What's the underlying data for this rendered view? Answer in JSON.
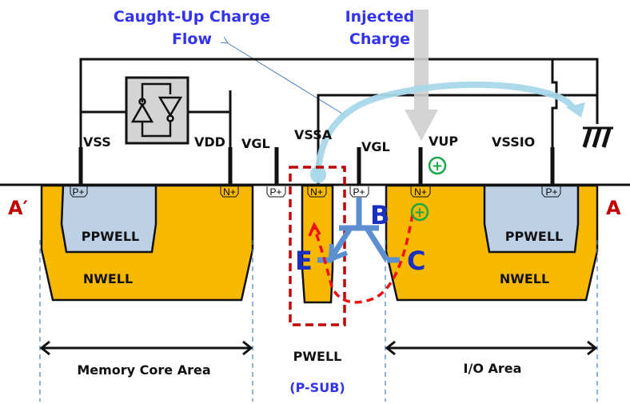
{
  "title": {
    "caught_up_line1": "Caught-Up Charge",
    "caught_up_line2": "Flow",
    "injected_line1": "Injected",
    "injected_line2": "Charge"
  },
  "terminals": {
    "vss": "VSS",
    "vdd": "VDD",
    "vgl_left": "VGL",
    "vssa": "VSSA",
    "vgl_right": "VGL",
    "vup": "VUP",
    "vssio": "VSSIO"
  },
  "diffusions": {
    "p_plus": "P+",
    "n_plus": "N+"
  },
  "section_markers": {
    "left": "A′",
    "right": "A"
  },
  "wells": {
    "ppwell_left": "PPWELL",
    "nwell_left": "NWELL",
    "ppwell_right": "PPWELL",
    "nwell_right": "NWELL",
    "pwell": "PWELL",
    "psub": "(P-SUB)"
  },
  "bjt": {
    "base": "B",
    "emitter": "E",
    "collector": "C"
  },
  "areas": {
    "memory_core": "Memory Core Area",
    "io": "I/O Area"
  },
  "symbols": {
    "plus_charge": "+",
    "ground_icon": "ground-icon",
    "latch_icon": "cross-coupled-inverter-latch-icon"
  },
  "colors": {
    "title_blue": "#3333ee",
    "nwell_fill": "#f7b800",
    "ppwell_fill": "#bcd0e6",
    "marker_red": "#c00000",
    "bjt_blue": "#1a2fbf",
    "bjt_symbol": "#5b8fd0",
    "dash_red": "#ee1111",
    "charge_green": "#1aa84a",
    "flow_cyan": "#a9d8ea",
    "inject_gray": "#cfcfcf"
  }
}
